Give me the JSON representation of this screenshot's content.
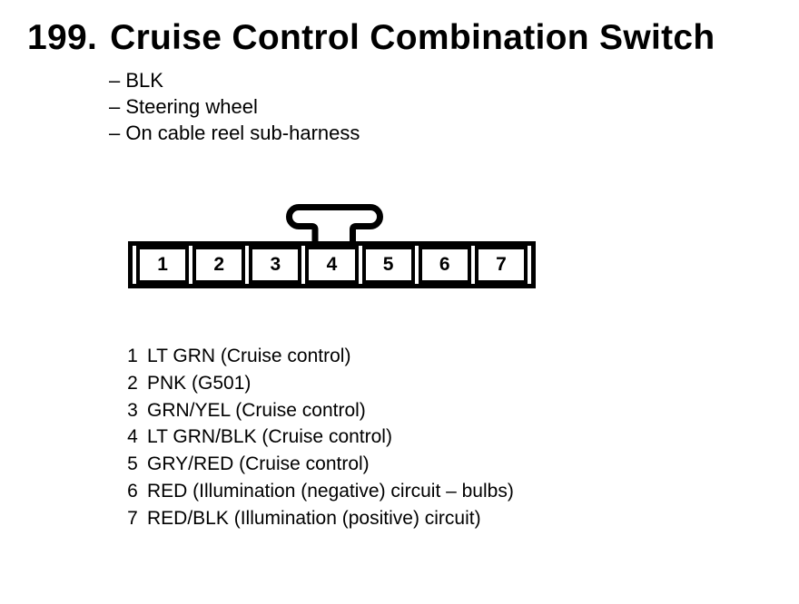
{
  "figure": {
    "number": "199.",
    "title": "Cruise Control Combination Switch"
  },
  "notes": [
    "– BLK",
    "– Steering wheel",
    "– On cable reel sub-harness"
  ],
  "connector": {
    "pins": [
      "1",
      "2",
      "3",
      "4",
      "5",
      "6",
      "7"
    ]
  },
  "legend": [
    {
      "pin": "1",
      "desc": "LT GRN (Cruise control)"
    },
    {
      "pin": "2",
      "desc": "PNK (G501)"
    },
    {
      "pin": "3",
      "desc": "GRN/YEL (Cruise control)"
    },
    {
      "pin": "4",
      "desc": "LT GRN/BLK (Cruise control)"
    },
    {
      "pin": "5",
      "desc": "GRY/RED (Cruise control)"
    },
    {
      "pin": "6",
      "desc": "RED (Illumination (negative) circuit – bulbs)"
    },
    {
      "pin": "7",
      "desc": "RED/BLK (Illumination (positive) circuit)"
    }
  ],
  "colors": {
    "ink": "#000000",
    "paper": "#ffffff"
  }
}
